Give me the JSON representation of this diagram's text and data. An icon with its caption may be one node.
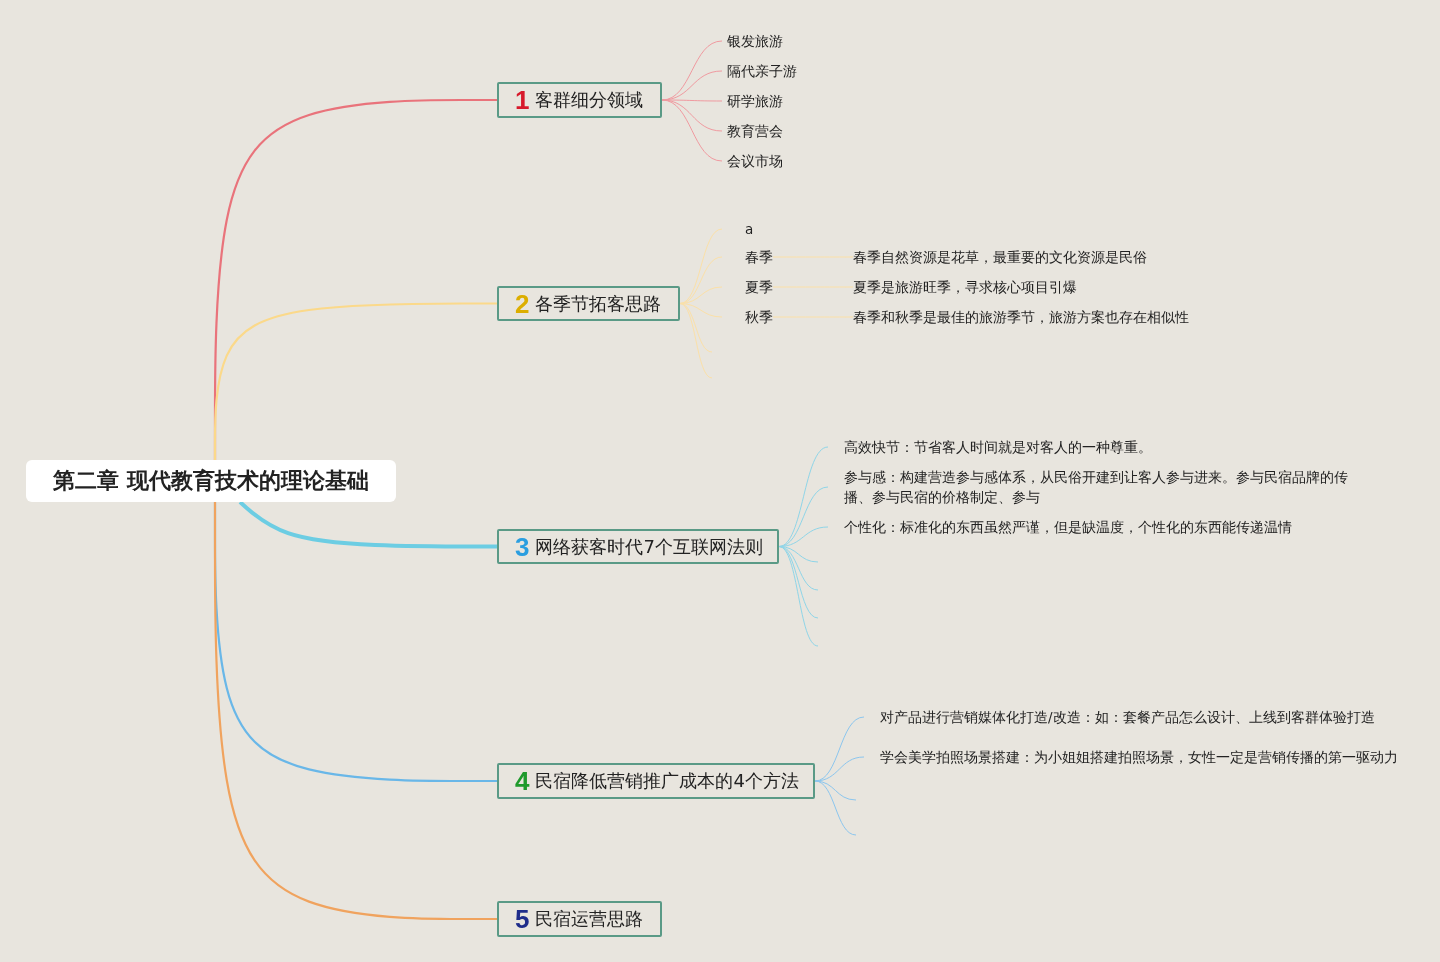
{
  "diagram": {
    "nodes": [
      {
        "text": [
          "第二章 现代教育技术的理论基础"
        ]
      },
      {
        "text": [
          "1",
          "客群细分领域"
        ]
      },
      {
        "text": [
          "2",
          "各季节拓客思路"
        ]
      },
      {
        "text": [
          "3",
          "网络获客时代7个互联网法则"
        ]
      },
      {
        "text": [
          "4",
          "民宿降低营销推广成本的4个方法"
        ]
      },
      {
        "text": [
          "5",
          "民宿运营思路"
        ]
      },
      {
        "text": [
          "银发旅游"
        ]
      },
      {
        "text": [
          "隔代亲子游"
        ]
      },
      {
        "text": [
          "研学旅游"
        ]
      },
      {
        "text": [
          "教育营会"
        ]
      },
      {
        "text": [
          "会议市场"
        ]
      },
      {
        "text": [
          "a"
        ]
      },
      {
        "text": [
          "春季"
        ]
      },
      {
        "text": [
          "夏季"
        ]
      },
      {
        "text": [
          "秋季"
        ]
      },
      {
        "text": [
          "春季自然资源是花草，最重要的文化资源是民俗"
        ]
      },
      {
        "text": [
          "夏季是旅游旺季，寻求核心项目引爆"
        ]
      },
      {
        "text": [
          "春季和秋季是最佳的旅游季节，旅游方案也存在相似性"
        ]
      },
      {
        "text": [
          "高效快节：节省客人时间就是对客人的一种尊重。"
        ]
      },
      {
        "text": [
          "参与感：构建营造参与感体系，从民俗开建到让客人参与进来。参与民宿品牌的传播、参与民宿的价格制定、参与"
        ]
      },
      {
        "text": [
          "个性化：标准化的东西虽然严谨，但是缺温度，个性化的东西能传递温情"
        ]
      },
      {
        "text": [
          "对产品进行营销媒体化打造/改造：如：套餐产品怎么设计、上线到客群体验打造"
        ]
      },
      {
        "text": [
          "学会美学拍照场景搭建：为小姐姐搭建拍照场景，女性一定是营销传播的第一驱动力"
        ]
      }
    ],
    "edges": [
      {
        "from": 0,
        "to": 1,
        "arrow": "none",
        "color": "#e9737b"
      },
      {
        "from": 0,
        "to": 2,
        "arrow": "none",
        "color": "#fbd98a"
      },
      {
        "from": 0,
        "to": 3,
        "arrow": "none",
        "color": "#6ccde3",
        "style": "thick"
      },
      {
        "from": 0,
        "to": 4,
        "arrow": "none",
        "color": "#69b7e8"
      },
      {
        "from": 0,
        "to": 5,
        "arrow": "none",
        "color": "#f0a35e"
      },
      {
        "from": 1,
        "to": 6,
        "arrow": "none",
        "color": "#f09aa0"
      },
      {
        "from": 1,
        "to": 7,
        "arrow": "none",
        "color": "#f09aa0"
      },
      {
        "from": 1,
        "to": 8,
        "arrow": "none",
        "color": "#f09aa0"
      },
      {
        "from": 1,
        "to": 9,
        "arrow": "none",
        "color": "#f09aa0"
      },
      {
        "from": 1,
        "to": 10,
        "arrow": "none",
        "color": "#f09aa0"
      },
      {
        "from": 2,
        "to": 11,
        "arrow": "none",
        "color": "#fbe0a8"
      },
      {
        "from": 2,
        "to": 12,
        "arrow": "none",
        "color": "#fbe0a8"
      },
      {
        "from": 2,
        "to": 13,
        "arrow": "none",
        "color": "#fbe0a8"
      },
      {
        "from": 2,
        "to": 14,
        "arrow": "none",
        "color": "#fbe0a8"
      },
      {
        "from": 2,
        "to": null,
        "arrow": "none",
        "color": "#fbe0a8"
      },
      {
        "from": 2,
        "to": null,
        "arrow": "none",
        "color": "#fbe0a8"
      },
      {
        "from": 12,
        "to": 15,
        "arrow": "none",
        "color": "#fbe0a8"
      },
      {
        "from": 13,
        "to": 16,
        "arrow": "none",
        "color": "#fbe0a8"
      },
      {
        "from": 14,
        "to": 17,
        "arrow": "none",
        "color": "#fbe0a8"
      },
      {
        "from": 3,
        "to": 18,
        "arrow": "none",
        "color": "#8fd5e8"
      },
      {
        "from": 3,
        "to": 19,
        "arrow": "none",
        "color": "#8fd5e8"
      },
      {
        "from": 3,
        "to": 20,
        "arrow": "none",
        "color": "#8fd5e8"
      },
      {
        "from": 3,
        "to": null,
        "arrow": "none",
        "color": "#8fd5e8"
      },
      {
        "from": 3,
        "to": null,
        "arrow": "none",
        "color": "#8fd5e8"
      },
      {
        "from": 3,
        "to": null,
        "arrow": "none",
        "color": "#8fd5e8"
      },
      {
        "from": 3,
        "to": null,
        "arrow": "none",
        "color": "#8fd5e8"
      },
      {
        "from": 4,
        "to": 21,
        "arrow": "none",
        "color": "#8cc6ee"
      },
      {
        "from": 4,
        "to": 22,
        "arrow": "none",
        "color": "#8cc6ee"
      },
      {
        "from": 4,
        "to": null,
        "arrow": "none",
        "color": "#8cc6ee"
      },
      {
        "from": 4,
        "to": null,
        "arrow": "none",
        "color": "#8cc6ee"
      }
    ]
  }
}
